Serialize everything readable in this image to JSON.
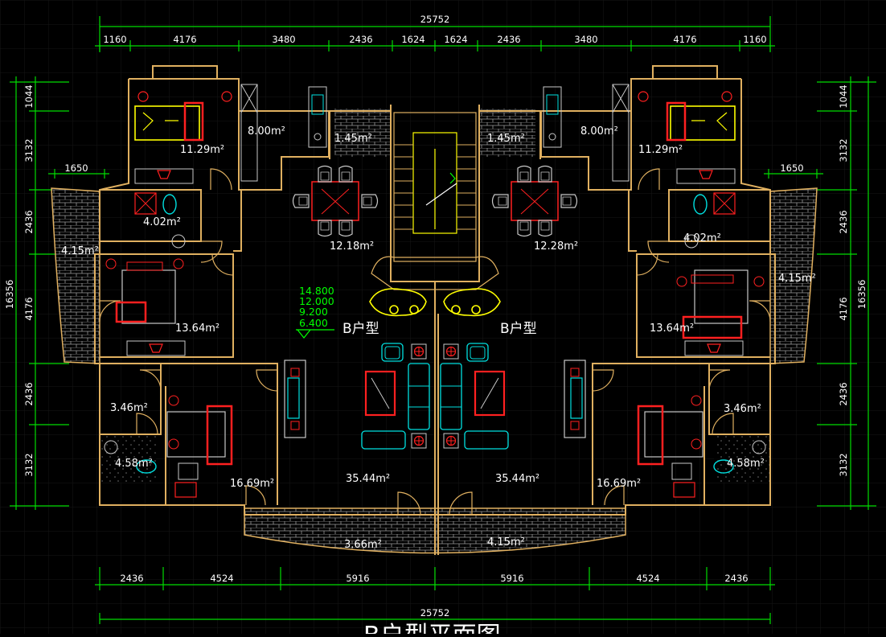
{
  "colors": {
    "background": "#000000",
    "grid": "#1a1a1a",
    "dimension": "#00dd00",
    "dim_text": "#ffffff",
    "wall": "#e0b060",
    "furniture_yellow": "#ffff00",
    "furniture_red": "#ff2020",
    "furniture_cyan": "#00e0e0",
    "fixture_grey": "#c8c8c8",
    "label": "#ffffff",
    "elevation_text": "#00ff00"
  },
  "dims": {
    "overall_top": "25752",
    "overall_bottom": "25752",
    "top_segments": [
      "1160",
      "4176",
      "3480",
      "2436",
      "1624",
      "1624",
      "2436",
      "3480",
      "4176",
      "1160"
    ],
    "bottom_segments": [
      "2436",
      "4524",
      "5916",
      "5916",
      "4524",
      "2436"
    ],
    "left_segments": [
      "1044",
      "3132",
      "2436",
      "4176",
      "2436",
      "3132"
    ],
    "right_segments": [
      "1044",
      "3132",
      "2436",
      "4176",
      "2436",
      "3132"
    ],
    "left_total": "16356",
    "right_total": "16356",
    "balcony_left": "1650",
    "balcony_right": "1650"
  },
  "elevations": [
    "14.800",
    "12.000",
    "9.200",
    "6.400"
  ],
  "unit_labels": {
    "left": "B户型",
    "right": "B户型"
  },
  "room_areas": {
    "l_bed_top": "11.29m²",
    "l_kitchen": "8.00m²",
    "l_small": "1.45m²",
    "l_bath_top": "4.02m²",
    "l_balcony": "4.15m²",
    "l_dining": "12.18m²",
    "l_bed_mid": "13.64m²",
    "l_bath_low": "3.46m²",
    "l_wc": "4.58m²",
    "l_bed_low": "16.69m²",
    "l_living": "35.44m²",
    "l_terrace": "3.66m²",
    "r_bed_top": "11.29m²",
    "r_kitchen": "8.00m²",
    "r_small": "1.45m²",
    "r_bath_top": "4.02m²",
    "r_balcony": "4.15m²",
    "r_dining": "12.28m²",
    "r_bed_mid": "13.64m²",
    "r_bath_low": "3.46m²",
    "r_wc": "4.58m²",
    "r_bed_low": "16.69m²",
    "r_living": "35.44m²",
    "r_terrace": "4.15m²"
  },
  "drawing_title": "B户型平面图"
}
